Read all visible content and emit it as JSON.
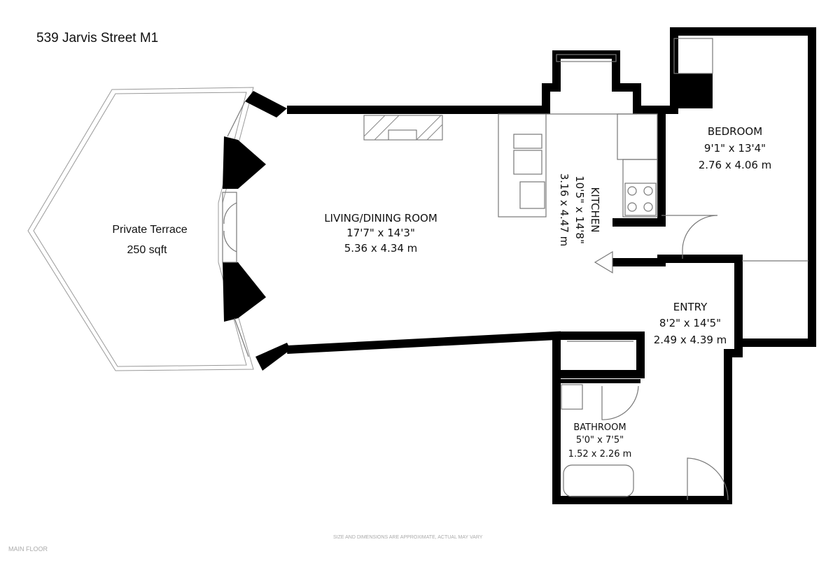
{
  "title": "539 Jarvis Street M1",
  "footer": {
    "floor": "MAIN FLOOR",
    "disclaimer": "SIZE AND DIMENSIONS ARE APPROXIMATE, ACTUAL MAY VARY"
  },
  "rooms": {
    "terrace": {
      "name": "Private Terrace",
      "area": "250 sqft"
    },
    "living": {
      "name": "LIVING/DINING ROOM",
      "imperial": "17'7\" x 14'3\"",
      "metric": "5.36 x 4.34 m"
    },
    "kitchen": {
      "name": "KITCHEN",
      "imperial": "10'5\" x 14'8\"",
      "metric": "3.16 x 4.47 m"
    },
    "bedroom": {
      "name": "BEDROOM",
      "imperial": "9'1\" x 13'4\"",
      "metric": "2.76 x 4.06 m"
    },
    "entry": {
      "name": "ENTRY",
      "imperial": "8'2\" x 14'5\"",
      "metric": "2.49 x 4.39 m"
    },
    "bathroom": {
      "name": "BATHROOM",
      "imperial": "5'0\" x 7'5\"",
      "metric": "1.52 x 2.26 m"
    }
  }
}
